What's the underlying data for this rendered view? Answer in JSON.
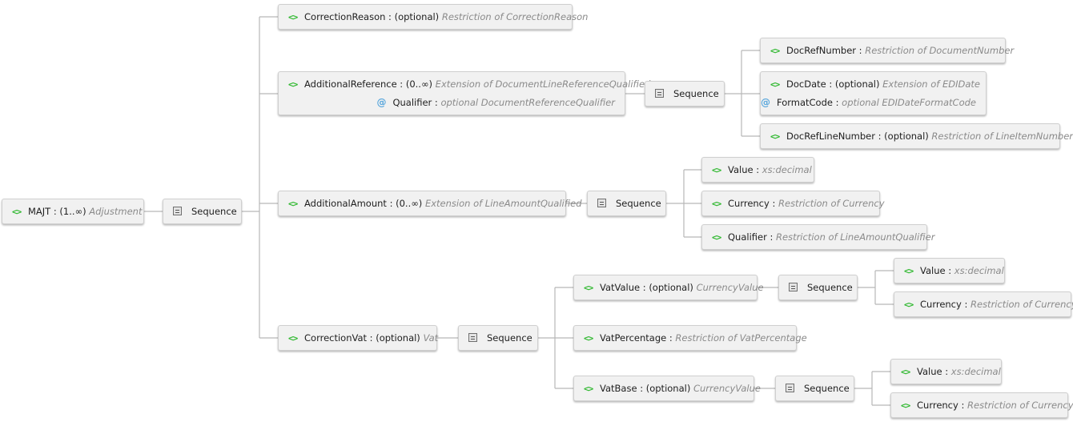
{
  "root": {
    "name": "MAJT",
    "occurs": "(1..∞)",
    "type": "Adjustment"
  },
  "root_sequence": "Sequence",
  "correction_reason": {
    "name": "CorrectionReason",
    "occurs": "(optional)",
    "type": "Restriction of CorrectionReason"
  },
  "additional_reference": {
    "name": "AdditionalReference",
    "occurs": "(0..∞)",
    "type": "Extension of DocumentLineReferenceQualified",
    "attr_name": "Qualifier",
    "attr_occurs": "optional",
    "attr_type": "DocumentReferenceQualifier",
    "sequence": "Sequence",
    "children": {
      "doc_ref_number": {
        "name": "DocRefNumber",
        "occurs": "",
        "type": "Restriction of DocumentNumber"
      },
      "doc_date": {
        "name": "DocDate",
        "occurs": "(optional)",
        "type": "Extension of EDIDate",
        "attr_name": "FormatCode",
        "attr_occurs": "optional",
        "attr_type": "EDIDateFormatCode"
      },
      "doc_ref_line_number": {
        "name": "DocRefLineNumber",
        "occurs": "(optional)",
        "type": "Restriction of LineItemNumber"
      }
    }
  },
  "additional_amount": {
    "name": "AdditionalAmount",
    "occurs": "(0..∞)",
    "type": "Extension of LineAmountQualified",
    "sequence": "Sequence",
    "children": {
      "value": {
        "name": "Value",
        "occurs": "",
        "type": "xs:decimal"
      },
      "currency": {
        "name": "Currency",
        "occurs": "",
        "type": "Restriction of Currency"
      },
      "qualifier": {
        "name": "Qualifier",
        "occurs": "",
        "type": "Restriction of LineAmountQualifier"
      }
    }
  },
  "correction_vat": {
    "name": "CorrectionVat",
    "occurs": "(optional)",
    "type": "Vat",
    "sequence": "Sequence",
    "vat_value": {
      "name": "VatValue",
      "occurs": "(optional)",
      "type": "CurrencyValue",
      "sequence": "Sequence",
      "value": {
        "name": "Value",
        "occurs": "",
        "type": "xs:decimal"
      },
      "currency": {
        "name": "Currency",
        "occurs": "",
        "type": "Restriction of Currency"
      }
    },
    "vat_percentage": {
      "name": "VatPercentage",
      "occurs": "",
      "type": "Restriction of VatPercentage"
    },
    "vat_base": {
      "name": "VatBase",
      "occurs": "(optional)",
      "type": "CurrencyValue",
      "sequence": "Sequence",
      "value": {
        "name": "Value",
        "occurs": "",
        "type": "xs:decimal"
      },
      "currency": {
        "name": "Currency",
        "occurs": "",
        "type": "Restriction of Currency"
      }
    }
  },
  "colors": {
    "element_icon": "#2fb82f",
    "attribute_icon": "#5aa7dc",
    "type_text": "#8a8a8a",
    "connector": "#b8b8b8"
  }
}
